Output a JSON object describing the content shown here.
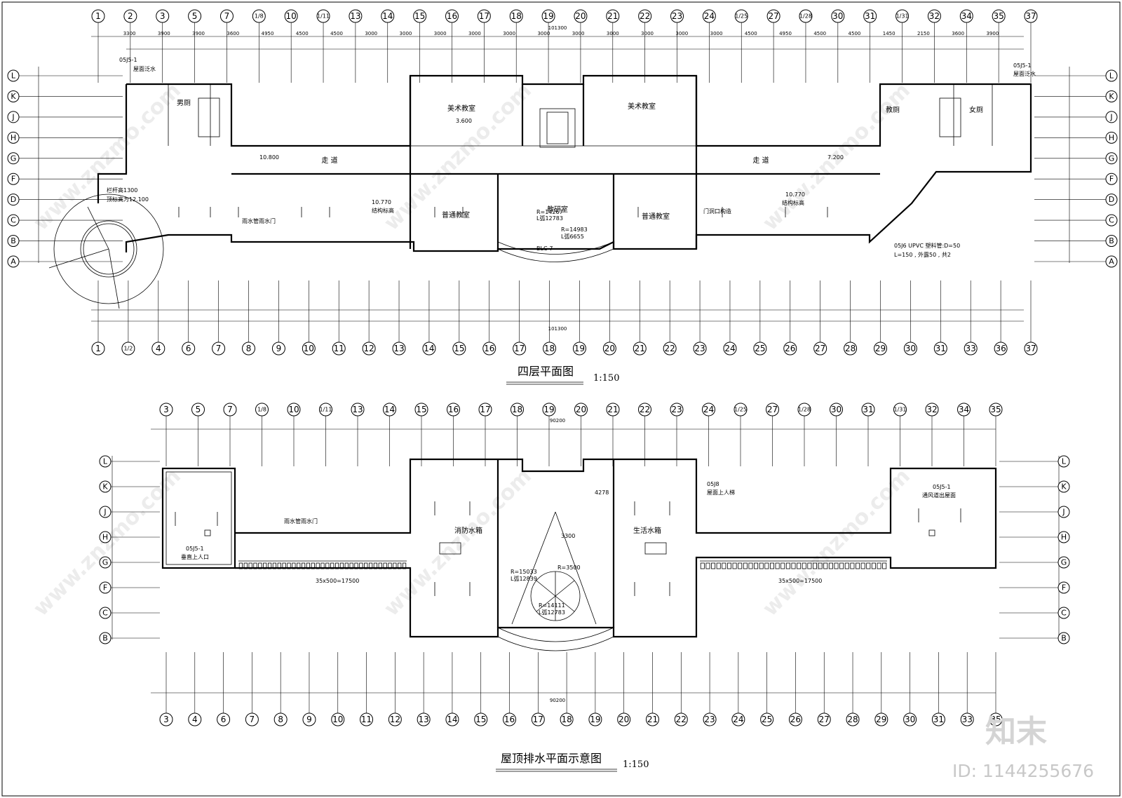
{
  "plan1": {
    "title": "四层平面图",
    "scale": "1:150",
    "top_axes": [
      "1",
      "2",
      "3",
      "5",
      "7",
      "1/8",
      "10",
      "1/11",
      "13",
      "14",
      "15",
      "16",
      "17",
      "18",
      "19",
      "20",
      "21",
      "22",
      "23",
      "24",
      "1/25",
      "27",
      "1/28",
      "30",
      "31",
      "1/31",
      "32",
      "34",
      "35",
      "37"
    ],
    "bottom_axes": [
      "1",
      "1/2",
      "4",
      "6",
      "7",
      "8",
      "9",
      "10",
      "11",
      "12",
      "13",
      "14",
      "15",
      "16",
      "17",
      "18",
      "19",
      "20",
      "21",
      "22",
      "23",
      "24",
      "25",
      "26",
      "27",
      "28",
      "29",
      "30",
      "31",
      "33",
      "36",
      "37"
    ],
    "left_axes": [
      "L",
      "K",
      "J",
      "H",
      "G",
      "F",
      "D",
      "C",
      "B",
      "A"
    ],
    "top_dims": [
      "3300",
      "3900",
      "3900",
      "3600",
      "4950",
      "4500",
      "4500",
      "3000",
      "3000",
      "3000",
      "3000",
      "3000",
      "3000",
      "3000",
      "3000",
      "3000",
      "3000",
      "3000",
      "4500",
      "4950",
      "4500",
      "4500",
      "1450",
      "2150",
      "3600",
      "3900"
    ],
    "total": "101300",
    "rooms": {
      "art1": "美术教室",
      "art2": "美术教室",
      "corridor1": "走 道",
      "corridor2": "走 道",
      "classroom1": "普通教室",
      "classroom2": "普通教室",
      "research": "教研室",
      "toilet_m": "男厕",
      "toilet_w": "女厕",
      "toilet_t": "教厕"
    },
    "notes": {
      "n1": "05J5-1",
      "n2": "屋面泛水",
      "n3": "栏杆高1300",
      "n4": "顶标高为12.100",
      "n5": "10.800",
      "n6": "7.200",
      "n7": "10.770",
      "n8": "结构标高",
      "n9": "门洞口构造",
      "n10": "05J6 UPVC  塑料管:D=50",
      "n11": "L=150 , 外露50 , 共2",
      "n12": "R=14267",
      "n13": "L弧12783",
      "n14": "R=14983",
      "n15": "L弧6655",
      "n16": "雨水管雨水门",
      "n17": "3.600",
      "n18": "BLC-7"
    }
  },
  "plan2": {
    "title": "屋顶排水平面示意图",
    "scale": "1:150",
    "top_axes": [
      "3",
      "5",
      "7",
      "1/8",
      "10",
      "1/11",
      "13",
      "14",
      "15",
      "16",
      "17",
      "18",
      "19",
      "20",
      "21",
      "22",
      "23",
      "24",
      "1/25",
      "27",
      "1/28",
      "30",
      "31",
      "1/31",
      "32",
      "34",
      "35"
    ],
    "bottom_axes": [
      "3",
      "4",
      "6",
      "7",
      "8",
      "9",
      "10",
      "11",
      "12",
      "13",
      "14",
      "15",
      "16",
      "17",
      "18",
      "19",
      "20",
      "21",
      "22",
      "23",
      "24",
      "25",
      "26",
      "27",
      "28",
      "29",
      "30",
      "31",
      "33",
      "35"
    ],
    "left_axes": [
      "L",
      "K",
      "J",
      "H",
      "G",
      "F",
      "C",
      "B"
    ],
    "total": "90200",
    "rooms": {
      "fire": "消防水箱",
      "life": "生活水箱"
    },
    "notes": {
      "n1": "05J5-1",
      "n2": "垂直上人口",
      "n3": "05J8",
      "n4": "屋面上人梯",
      "n5": "05J5-1",
      "n6": "通风道出屋面",
      "n7": "35x500=17500",
      "n8": "35x500=17500",
      "n9": "R=15033",
      "n10": "L弧12839",
      "n11": "R=3500",
      "n12": "R=14111",
      "n13": "L弧12783",
      "n14": "雨水管雨水门",
      "n15": "3300",
      "n16": "4278"
    }
  },
  "watermark": {
    "site": "www.znzmo.com",
    "brand": "知末",
    "id": "ID: 1144255676"
  }
}
